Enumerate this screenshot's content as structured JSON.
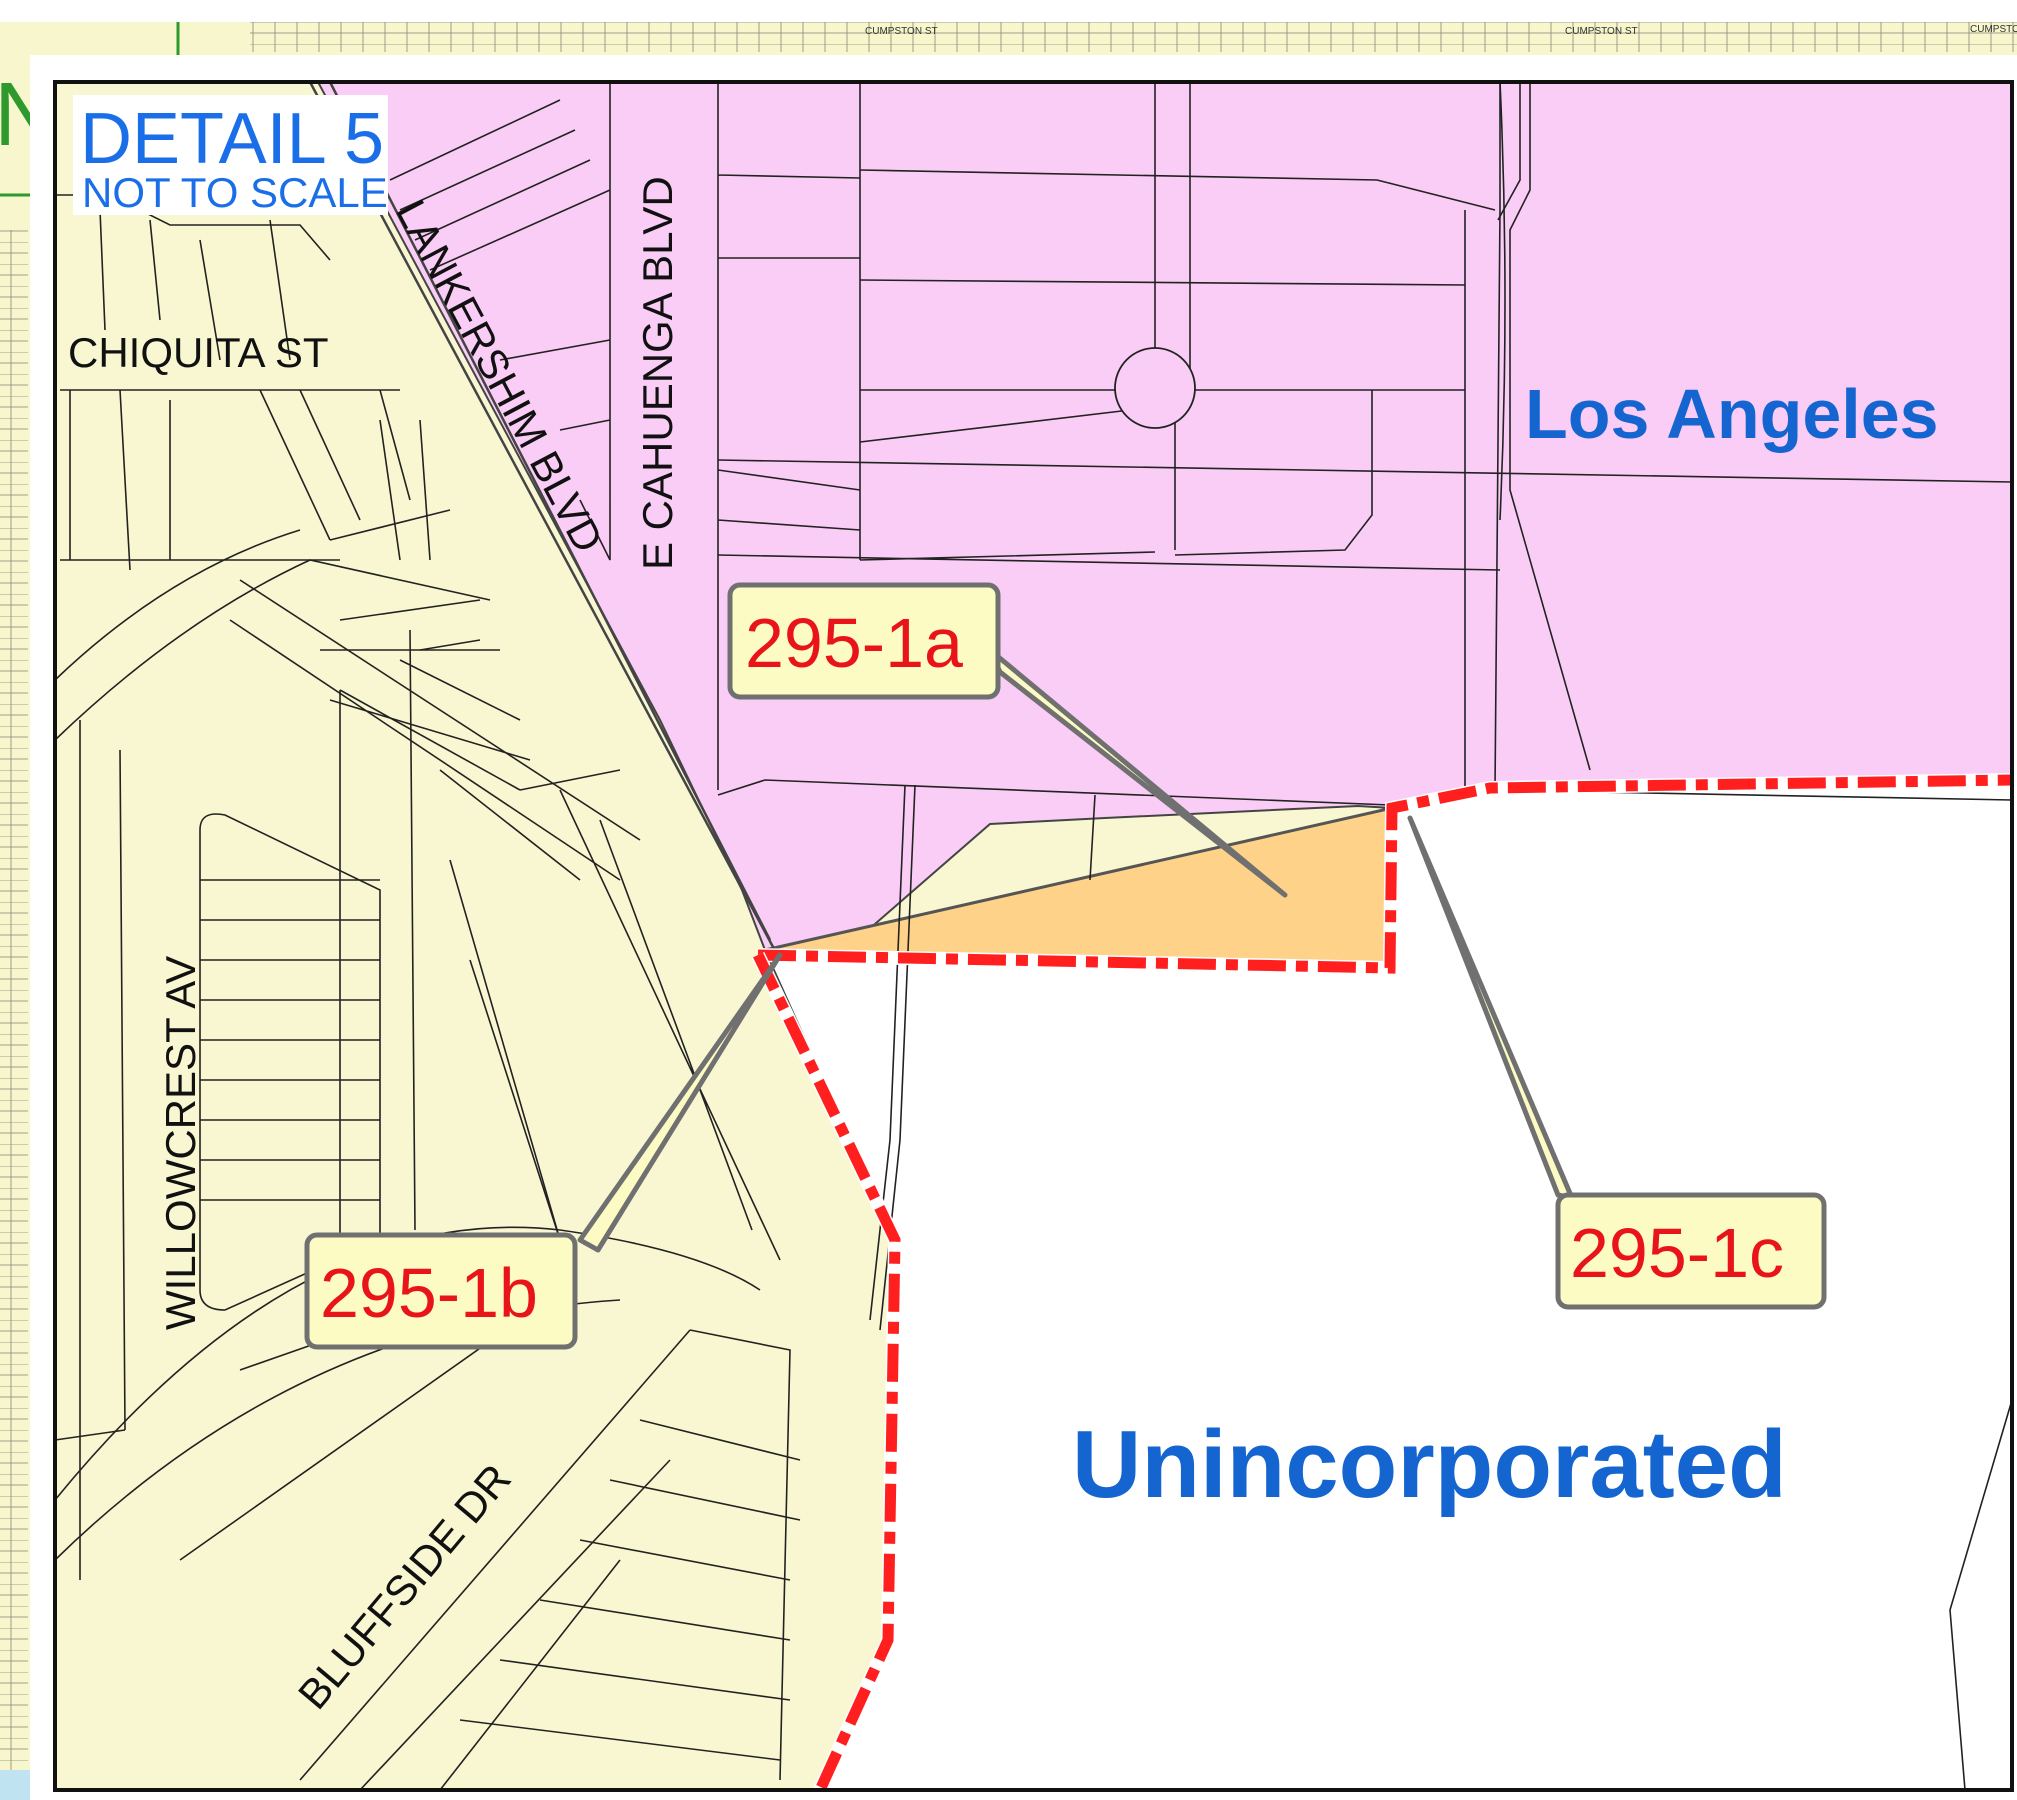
{
  "detail": {
    "title": "DETAIL 5",
    "subtitle": "NOT TO SCALE",
    "title_color": "#1a6fe8"
  },
  "regions": {
    "los_angeles": {
      "label": "Los Angeles",
      "fill": "#f9cdf5",
      "label_color": "#1465cf"
    },
    "unincorporated": {
      "label": "Unincorporated",
      "fill": "#ffffff",
      "label_color": "#1465cf"
    },
    "west_city": {
      "fill": "#f8f7d2"
    },
    "annexation_area": {
      "fill": "#ffd28a"
    }
  },
  "streets": {
    "chiquita": "CHIQUITA ST",
    "lankershim": "LANKERSHIM BLVD",
    "cahuenga": "E CAHUENGA BLVD",
    "willowcrest": "WILLOWCREST AV",
    "bluffside": "BLUFFSIDE DR"
  },
  "callouts": [
    {
      "label": "295-1a"
    },
    {
      "label": "295-1b"
    },
    {
      "label": "295-1c"
    }
  ],
  "callout_style": {
    "text_color": "#e8141a",
    "box_fill": "#fdfbc4",
    "box_stroke": "#707070"
  },
  "boundary": {
    "color": "#ff1f1f",
    "style": "dash-dot"
  },
  "top_strip_labels": [
    "CUMPSTON ST",
    "CUMPSTON ST",
    "CUMPSTON ST"
  ]
}
